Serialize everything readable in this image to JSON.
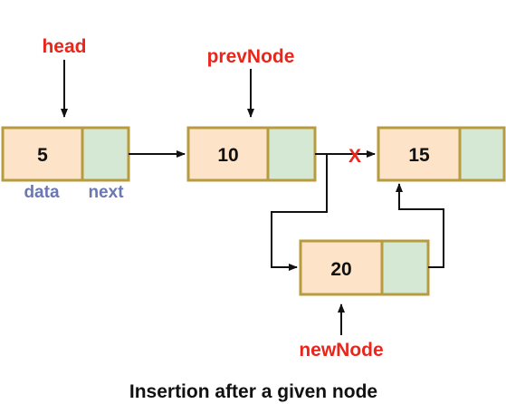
{
  "colors": {
    "pointer_label": "#e8261c",
    "field_label": "#6b77b0",
    "break_mark": "#e8261c",
    "data_fill": "#fde3c8",
    "next_fill": "#d4e8d4",
    "node_border": "#b89b3f"
  },
  "pointers": {
    "head": "head",
    "prev_node": "prevNode",
    "new_node": "newNode"
  },
  "fields": {
    "data": "data",
    "next": "next"
  },
  "nodes": [
    {
      "id": "node-5",
      "value": "5"
    },
    {
      "id": "node-10",
      "value": "10"
    },
    {
      "id": "node-15",
      "value": "15"
    },
    {
      "id": "node-20",
      "value": "20"
    }
  ],
  "break_mark": "X",
  "caption": "Insertion after a given node"
}
